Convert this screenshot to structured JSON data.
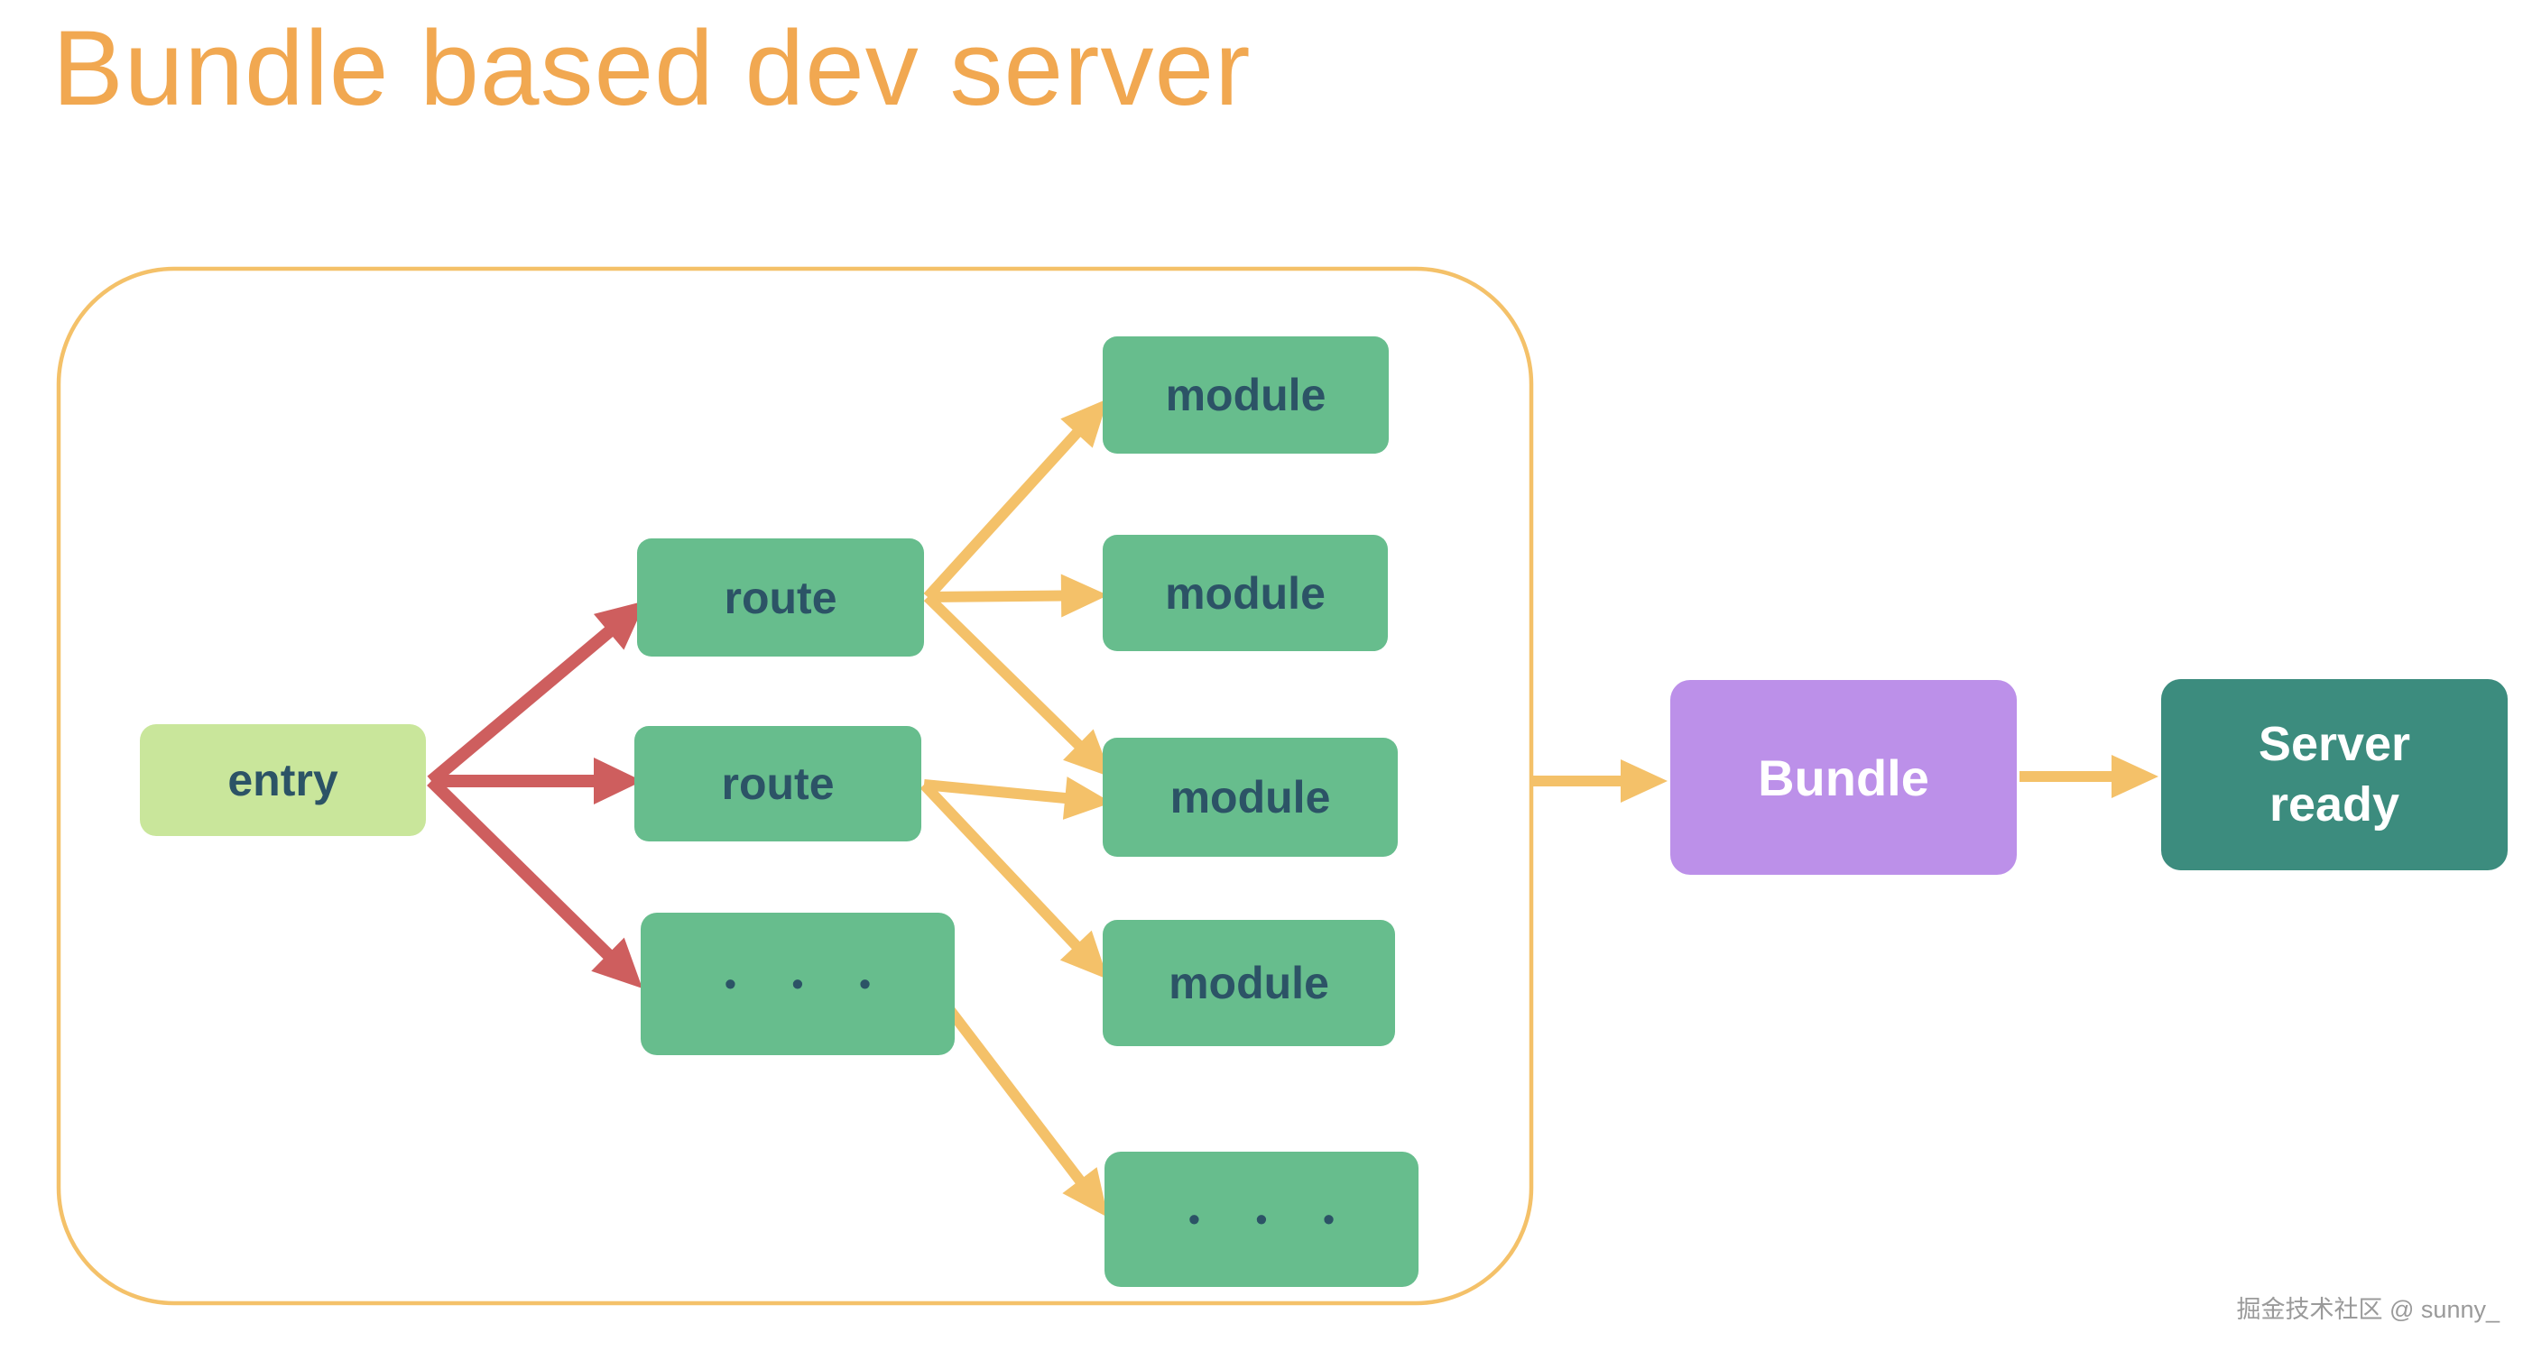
{
  "title": "Bundle based dev server",
  "watermark": "掘金技术社区 @ sunny_",
  "colors": {
    "title_text": "#F1A851",
    "container_border": "#F4C169",
    "yellow_arrow": "#F4C169",
    "red_arrow": "#CE5E5E",
    "green_box": "#67BD8D",
    "entry_box": "#C9E69B",
    "bundle_box": "#BC90E9",
    "server_box": "#3C8C7E",
    "node_text": "#2C5366",
    "light_text": "#FFFFFF"
  },
  "nodes": {
    "entry": "entry",
    "route_1": "route",
    "route_2": "route",
    "route_more": "• • •",
    "module_1": "module",
    "module_2": "module",
    "module_3": "module",
    "module_4": "module",
    "module_more": "• • •",
    "bundle": "Bundle",
    "server": "Server ready"
  }
}
